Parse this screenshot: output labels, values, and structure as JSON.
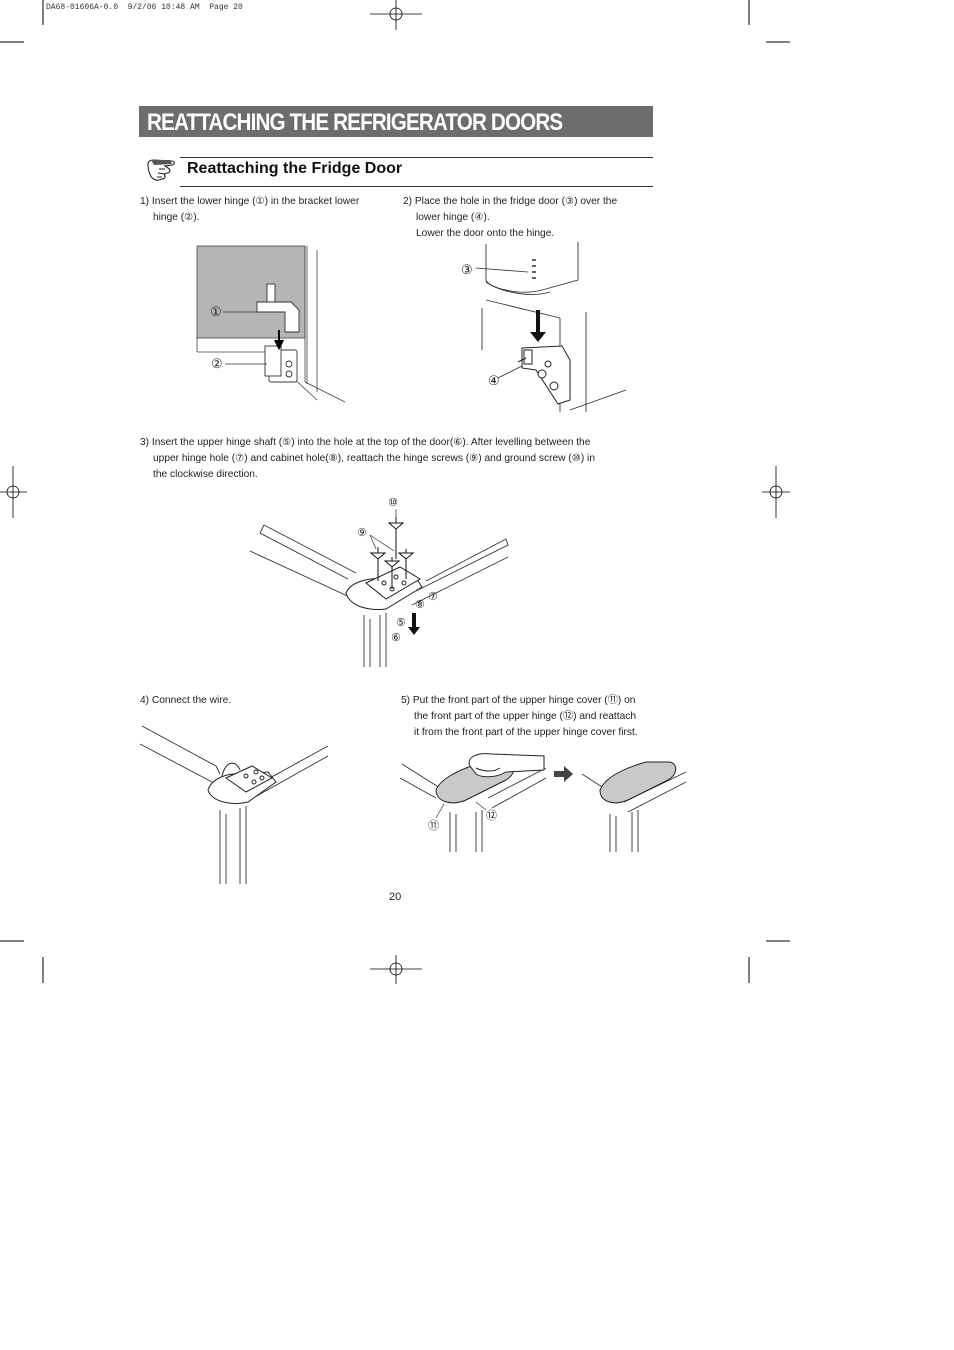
{
  "print_header": "DA68-01606A-0.0  9/2/06 10:48 AM  Page 20",
  "main_title": "REATTACHING THE REFRIGERATOR DOORS",
  "section_title": "Reattaching the Fridge Door",
  "steps": {
    "s1": [
      "1) Insert the lower hinge (①) in the bracket lower",
      "hinge (②)."
    ],
    "s2": [
      "2) Place the hole in the fridge door (③) over the",
      "lower hinge (④).",
      "Lower the door onto the hinge."
    ],
    "s3": [
      "3) Insert the upper hinge shaft (⑤) into the hole at the top of the door(⑥). After levelling between the",
      "upper hinge hole (⑦) and cabinet hole(⑧), reattach the hinge screws (⑨) and ground screw (⑩) in",
      "the clockwise direction."
    ],
    "s4": [
      "4) Connect the wire."
    ],
    "s5": [
      "5) Put the front part of the upper hinge cover (⑪) on",
      "the front part of the upper hinge (⑫) and reattach",
      "it from the front part of the upper hinge cover first."
    ]
  },
  "callouts": {
    "c1": "①",
    "c2": "②",
    "c3": "③",
    "c4": "④",
    "c5": "⑤",
    "c6": "⑥",
    "c7": "⑦",
    "c8": "⑧",
    "c9": "⑨",
    "c10": "⑩",
    "c11": "⑪",
    "c12": "⑫"
  },
  "page_number": "20",
  "icons": [
    "hand-pointing-icon",
    "registration-crosshair-icon",
    "arrow-right-icon",
    "arrow-down-icon"
  ]
}
